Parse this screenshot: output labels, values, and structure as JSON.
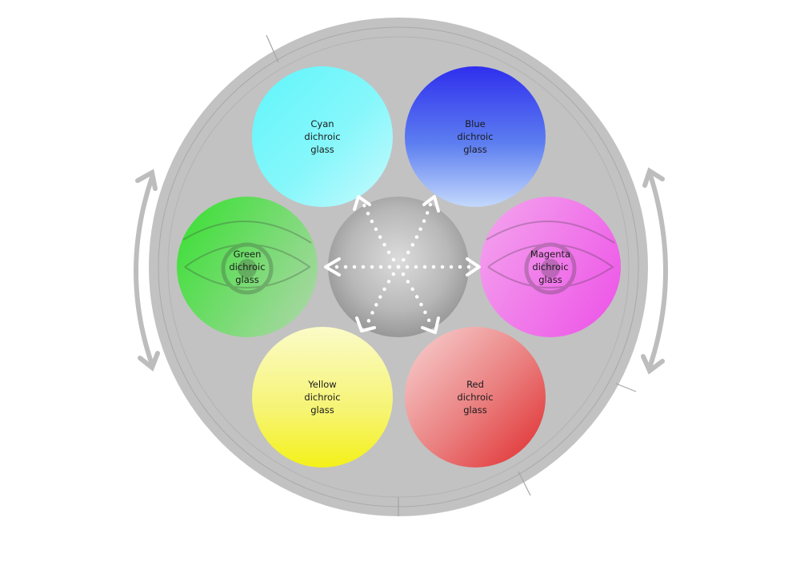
{
  "filters": [
    {
      "id": "cyan",
      "name": "Cyan",
      "material": "dichroic",
      "suffix": "glass",
      "color": "#6ef7fb"
    },
    {
      "id": "blue",
      "name": "Blue",
      "material": "dichroic",
      "suffix": "glass",
      "color": "#3a3cf0"
    },
    {
      "id": "green",
      "name": "Green",
      "material": "dichroic",
      "suffix": "glass",
      "color": "#3fd43a"
    },
    {
      "id": "magenta",
      "name": "Magenta",
      "material": "dichroic",
      "suffix": "glass",
      "color": "#ef7be8"
    },
    {
      "id": "yellow",
      "name": "Yellow",
      "material": "dichroic",
      "suffix": "glass",
      "color": "#f7f541"
    },
    {
      "id": "red",
      "name": "Red",
      "material": "dichroic",
      "suffix": "glass",
      "color": "#e23a3a"
    }
  ],
  "wheel": {
    "disc_color": "#c3c3c3",
    "hub_color": "#b9b9b9",
    "arrow_color": "#ffffff",
    "rotation_arrow_color": "#bdbdbd"
  },
  "icons": {
    "rotation": "curved-double-arrow-icon",
    "hub": "dotted-star-arrows-icon"
  }
}
